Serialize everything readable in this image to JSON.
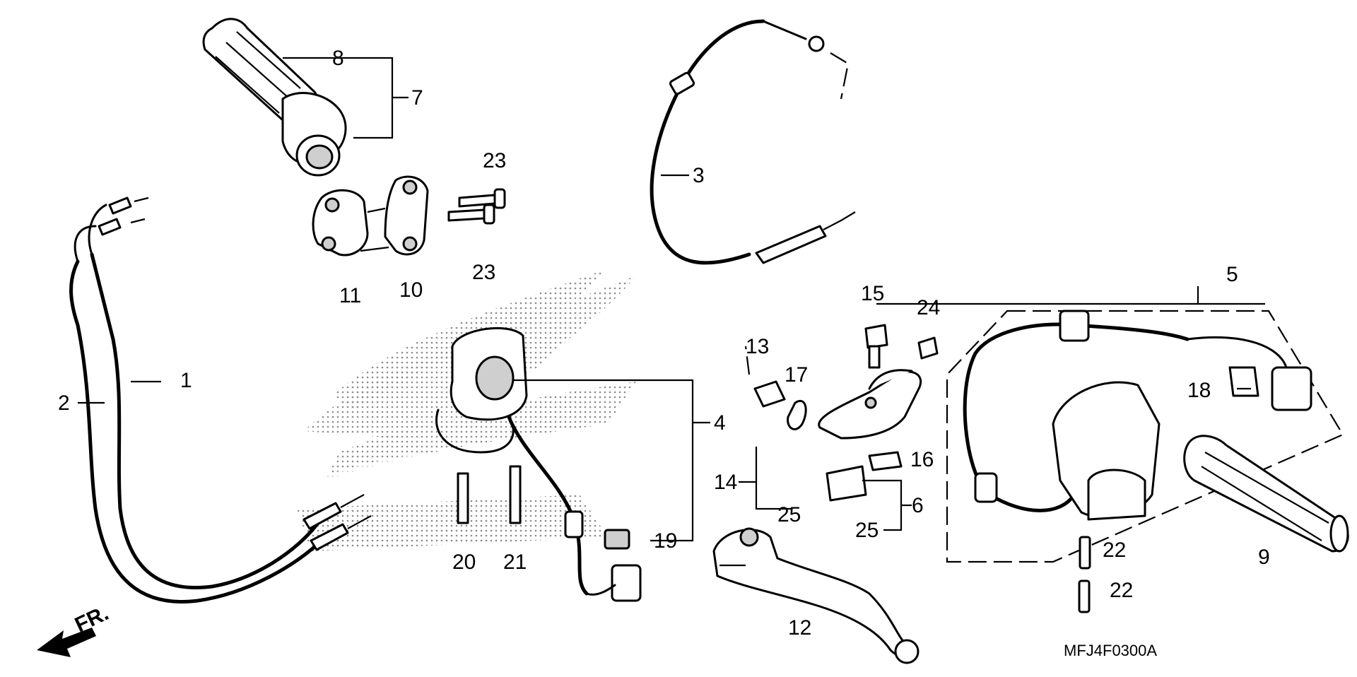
{
  "diagram": {
    "part_labels": [
      "1",
      "2",
      "3",
      "4",
      "5",
      "6",
      "7",
      "8",
      "9",
      "10",
      "11",
      "12",
      "13",
      "14",
      "15",
      "16",
      "17",
      "18",
      "19",
      "20",
      "21",
      "22",
      "22",
      "23",
      "23",
      "24",
      "25",
      "25"
    ],
    "reference_code": "MFJ4F0300A",
    "direction_label": "FR.",
    "colors": {
      "line": "#000000",
      "background": "#ffffff",
      "watermark": "#9a9a9a"
    }
  }
}
